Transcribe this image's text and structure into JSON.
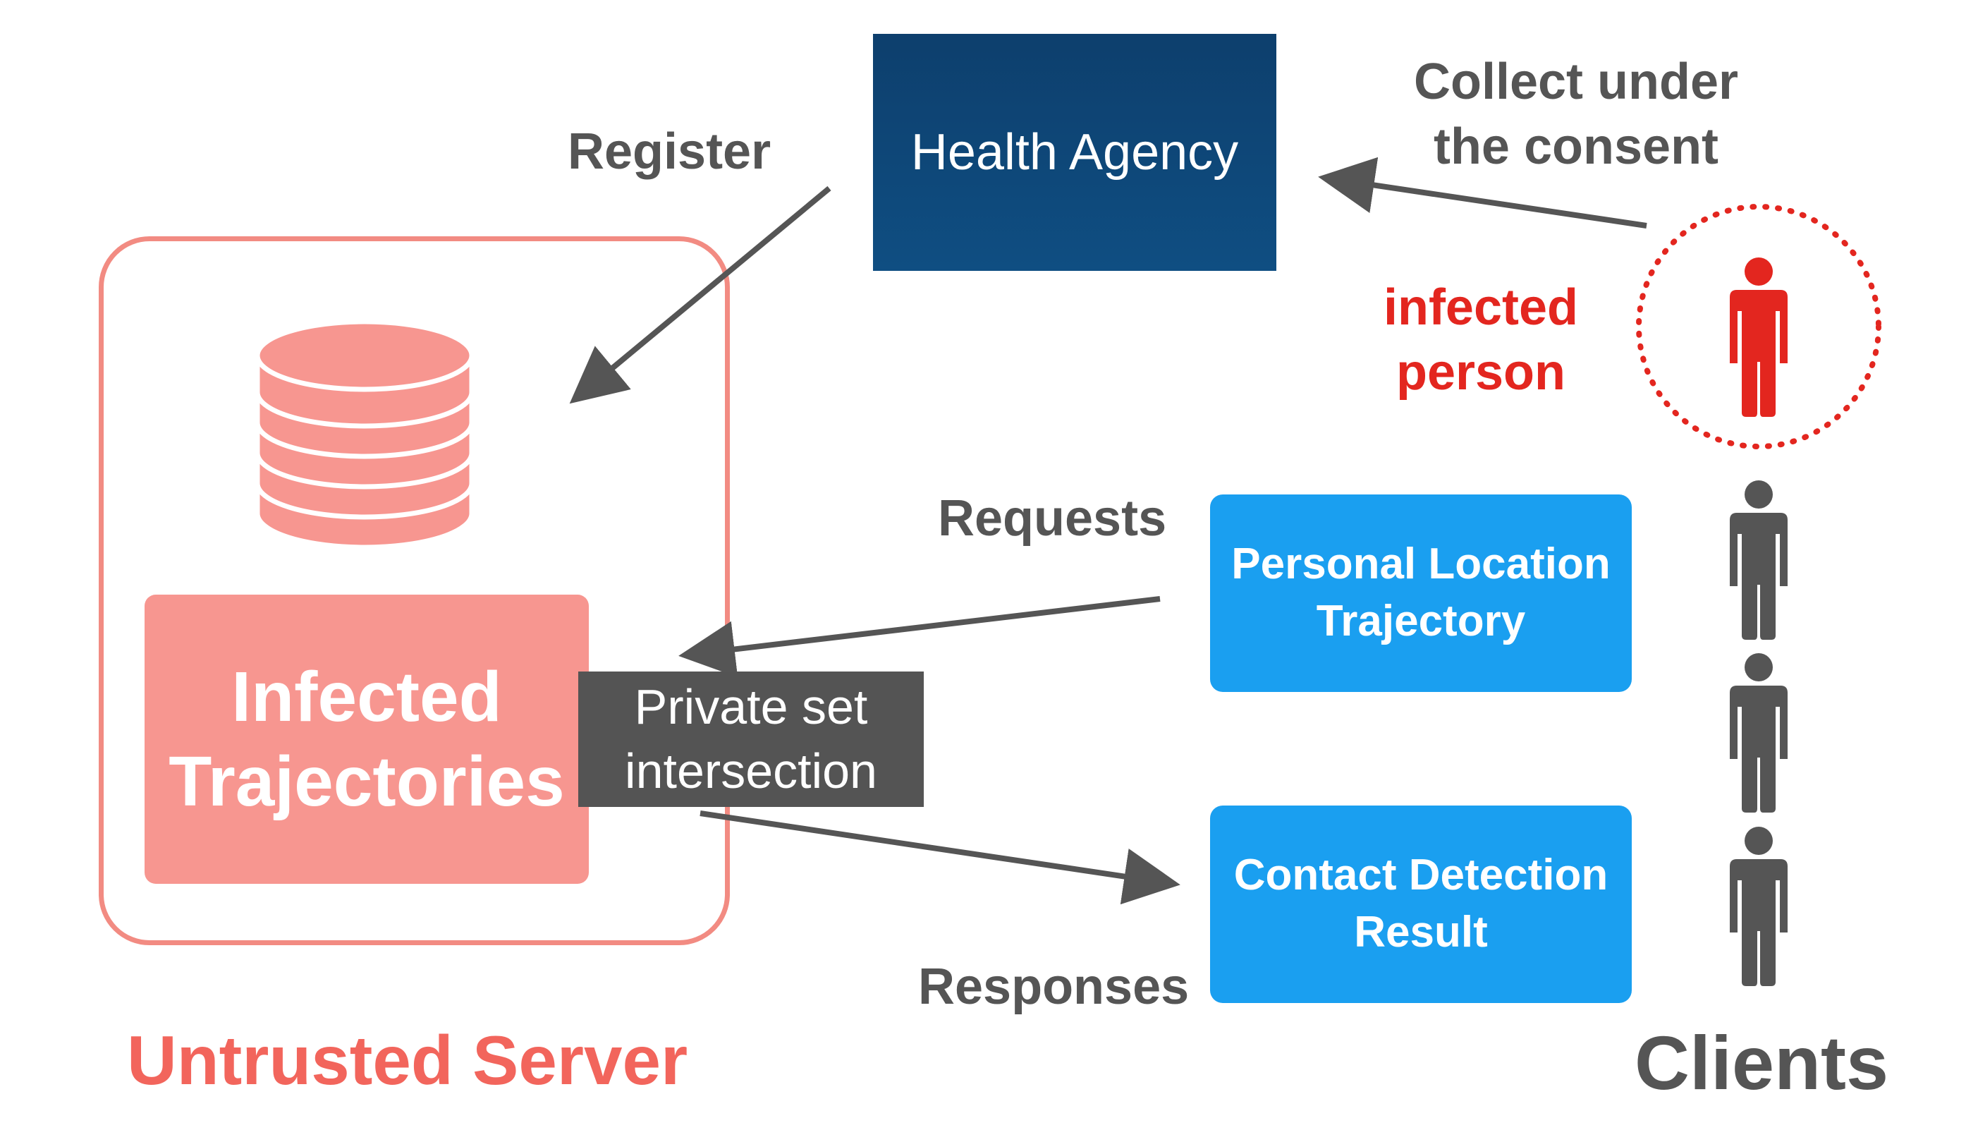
{
  "labels": {
    "register": "Register",
    "health_agency": "Health Agency",
    "collect_line1": "Collect under",
    "collect_line2": "the consent",
    "infected_line1": "infected",
    "infected_line2": "person",
    "requests": "Requests",
    "personal_line1": "Personal Location",
    "personal_line2": "Trajectory",
    "infected_traj_line1": "Infected",
    "infected_traj_line2": "Trajectories",
    "psi_line1": "Private set",
    "psi_line2": "intersection",
    "contact_line1": "Contact Detection",
    "contact_line2": "Result",
    "responses": "Responses",
    "untrusted_server": "Untrusted Server",
    "clients": "Clients"
  },
  "colors": {
    "server_accent": "#f28b82",
    "infected_red": "#e3261f",
    "agency_navy": "#0f4a7c",
    "client_blue": "#1a9ff0",
    "gray_text": "#555555",
    "psi_gray": "#545454"
  },
  "icons": {
    "database": "database-icon",
    "person": "person-icon"
  }
}
